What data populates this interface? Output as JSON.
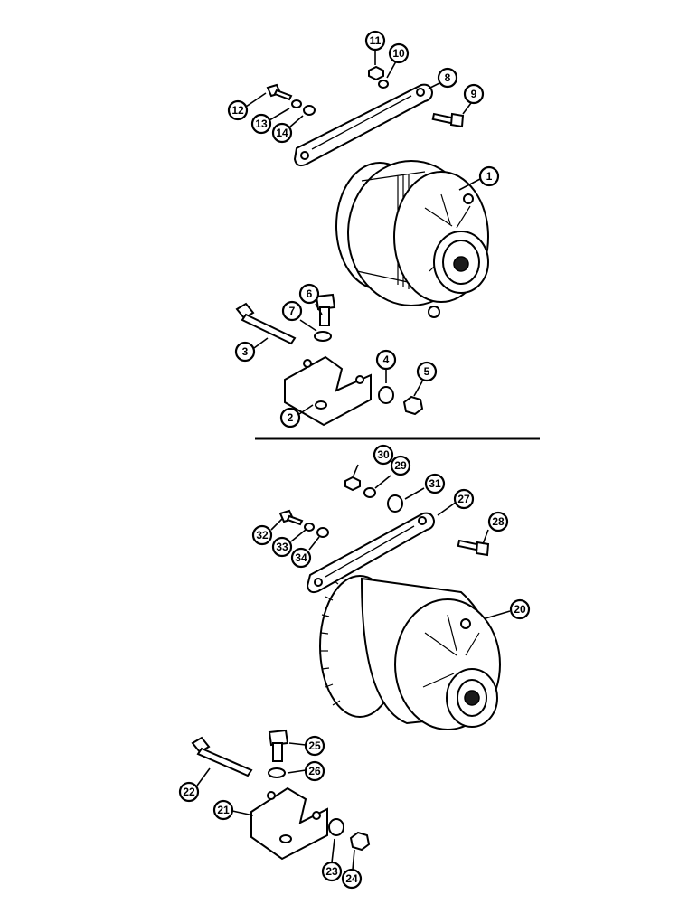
{
  "callouts": [
    {
      "id": "1",
      "label": "1"
    },
    {
      "id": "2",
      "label": "2"
    },
    {
      "id": "3",
      "label": "3"
    },
    {
      "id": "4",
      "label": "4"
    },
    {
      "id": "5",
      "label": "5"
    },
    {
      "id": "6",
      "label": "6"
    },
    {
      "id": "7",
      "label": "7"
    },
    {
      "id": "8",
      "label": "8"
    },
    {
      "id": "9",
      "label": "9"
    },
    {
      "id": "10",
      "label": "10"
    },
    {
      "id": "11",
      "label": "11"
    },
    {
      "id": "12",
      "label": "12"
    },
    {
      "id": "13",
      "label": "13"
    },
    {
      "id": "14",
      "label": "14"
    },
    {
      "id": "20",
      "label": "20"
    },
    {
      "id": "21",
      "label": "21"
    },
    {
      "id": "22",
      "label": "22"
    },
    {
      "id": "23",
      "label": "23"
    },
    {
      "id": "24",
      "label": "24"
    },
    {
      "id": "25",
      "label": "25"
    },
    {
      "id": "26",
      "label": "26"
    },
    {
      "id": "27",
      "label": "27"
    },
    {
      "id": "28",
      "label": "28"
    },
    {
      "id": "29",
      "label": "29"
    },
    {
      "id": "30",
      "label": "30"
    },
    {
      "id": "31",
      "label": "31"
    },
    {
      "id": "32",
      "label": "32"
    },
    {
      "id": "33",
      "label": "33"
    },
    {
      "id": "34",
      "label": "34"
    }
  ],
  "colors": {
    "ink": "#000000",
    "paper": "#ffffff"
  }
}
